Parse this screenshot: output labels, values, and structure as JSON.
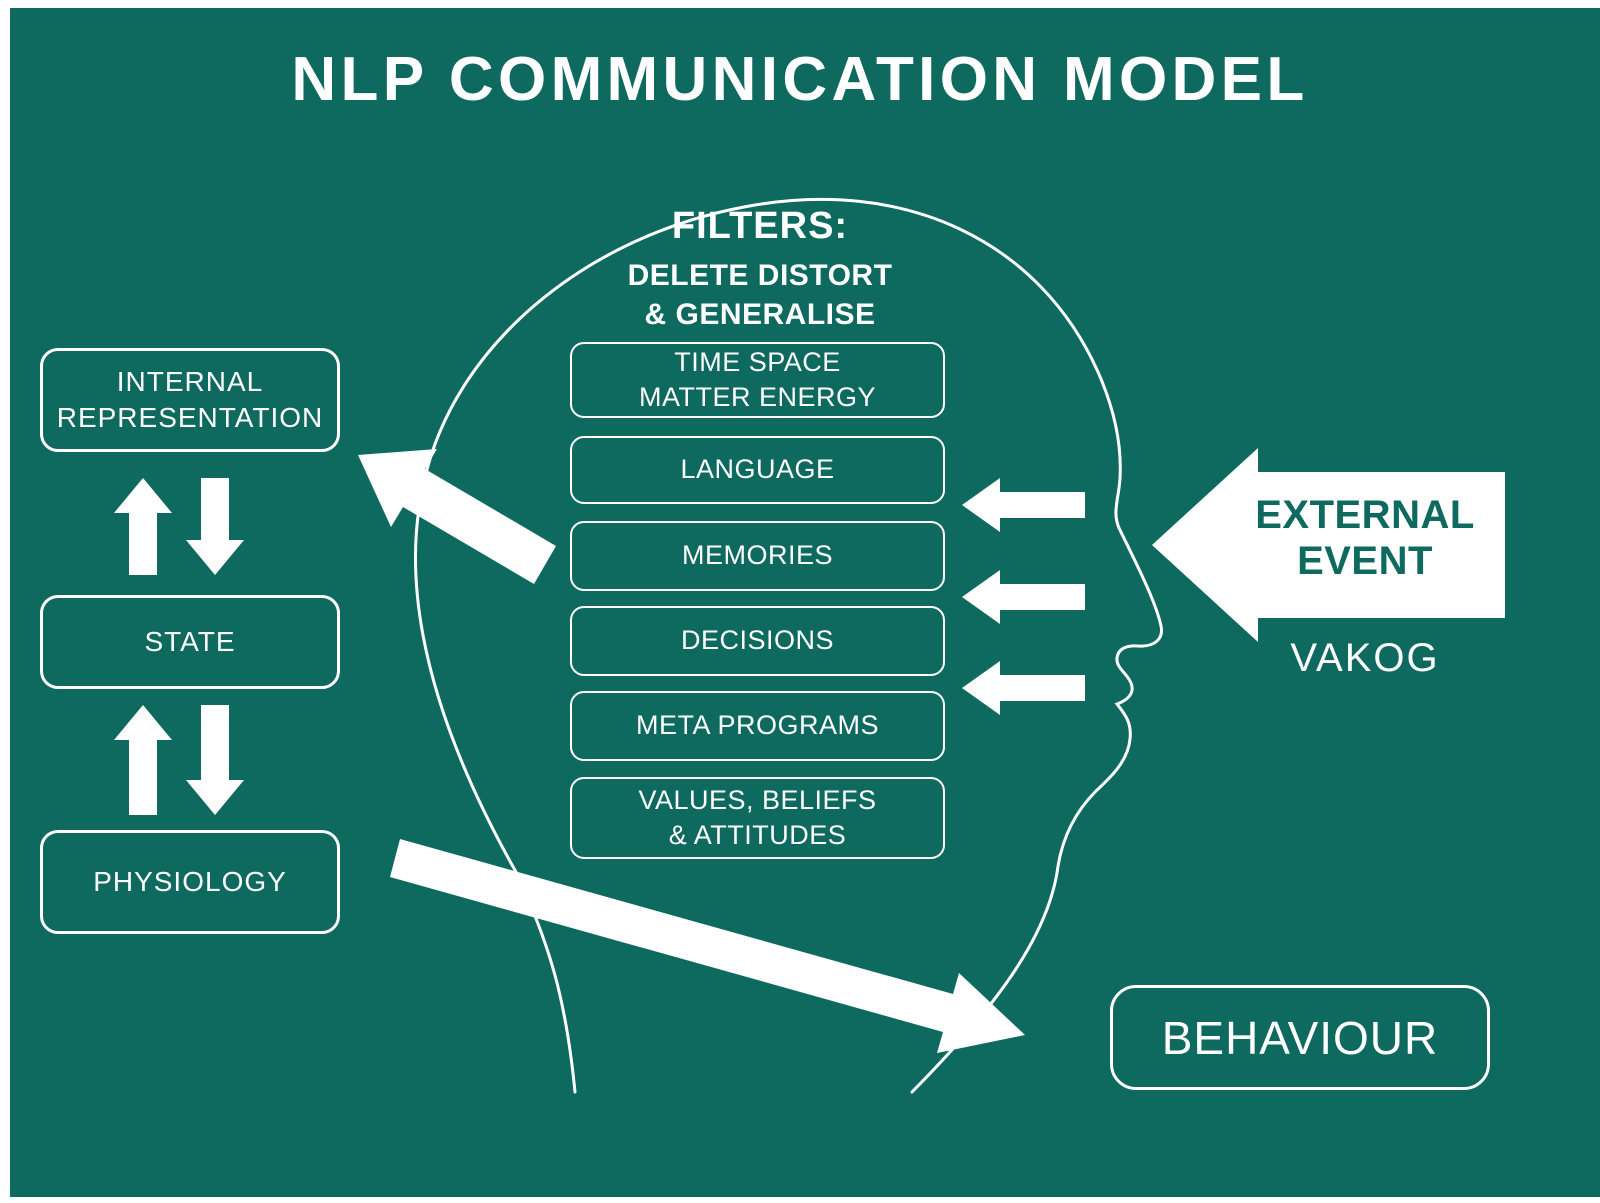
{
  "colors": {
    "background": "#0E695E",
    "text_light": "#FFFFFF"
  },
  "title": "NLP COMMUNICATION MODEL",
  "filters": {
    "heading": "FILTERS:",
    "subheading_line1": "DELETE DISTORT",
    "subheading_line2": "& GENERALISE",
    "items": [
      "TIME SPACE\nMATTER ENERGY",
      "LANGUAGE",
      "MEMORIES",
      "DECISIONS",
      "META PROGRAMS",
      "VALUES, BELIEFS\n& ATTITUDES"
    ]
  },
  "left_column": {
    "internal_representation": "INTERNAL\nREPRESENTATION",
    "state": "STATE",
    "physiology": "PHYSIOLOGY"
  },
  "external": {
    "event_label": "EXTERNAL\nEVENT",
    "vakog": "VAKOG"
  },
  "behaviour_label": "BEHAVIOUR"
}
